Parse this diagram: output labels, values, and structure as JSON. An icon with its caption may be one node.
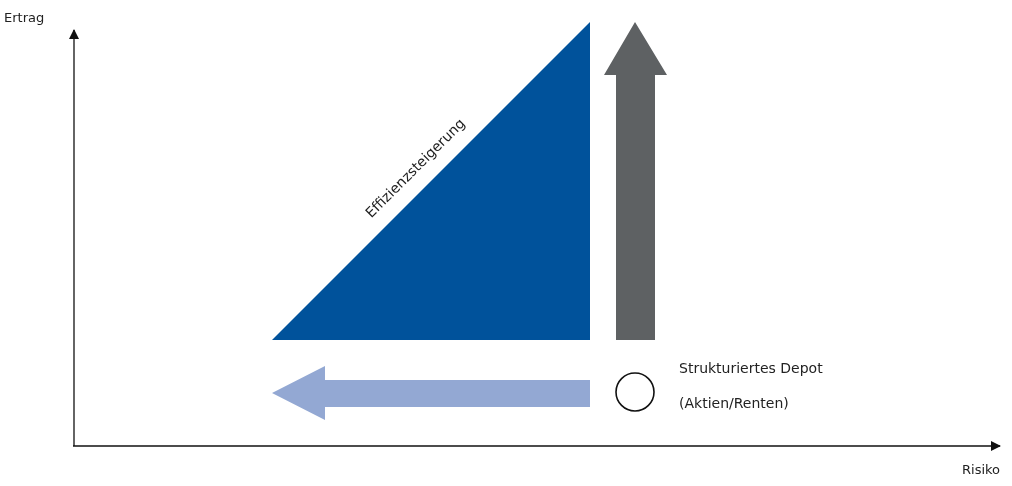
{
  "diagram": {
    "nodes": [
      {
        "text": [
          "Effizienzsteigerung"
        ]
      },
      {
        "text": [],
        "shape": "circle",
        "beside": [
          "Strukturiertes Depot",
          "(Aktien/Renten)"
        ]
      }
    ],
    "labels": [
      "Ertrag",
      "Risiko"
    ]
  }
}
